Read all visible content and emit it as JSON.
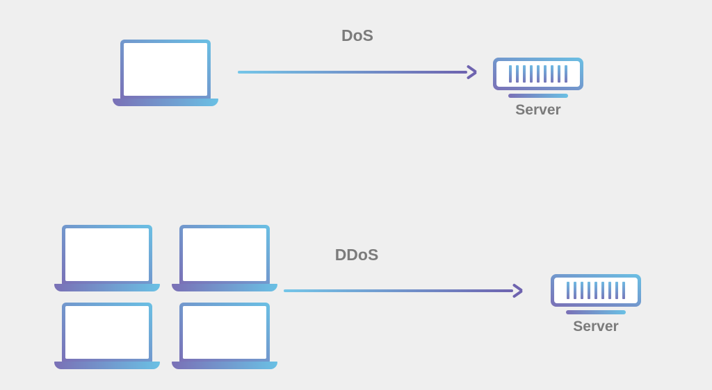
{
  "background_color": "#efefef",
  "palette": {
    "purple": "#7a70b6",
    "blue": "#6ac0e4",
    "arrow_blue": "#74c6e8",
    "arrow_purple": "#6e63af",
    "label_gray": "#7b7b7b"
  },
  "dos_section": {
    "label": "DoS",
    "attacker_laptops": 1,
    "server": {
      "label": "Server",
      "slot_bars": 9
    }
  },
  "ddos_section": {
    "label": "DDoS",
    "attacker_laptops": 4,
    "server": {
      "label": "Server",
      "slot_bars": 9
    }
  }
}
